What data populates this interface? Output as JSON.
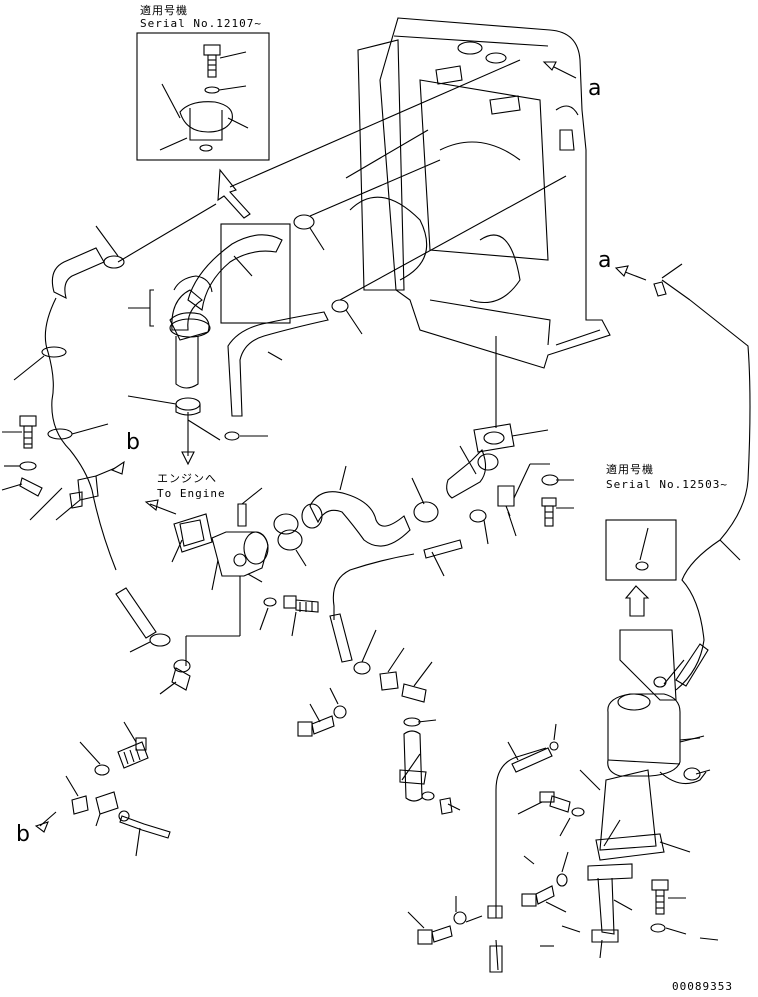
{
  "inset_top": {
    "title_jp": "適用号機",
    "serial": "Serial No.12107~"
  },
  "inset_right": {
    "title_jp": "適用号機",
    "serial": "Serial No.12503~"
  },
  "engine_note": {
    "jp": "エンジンへ",
    "en": "To Engine"
  },
  "connection_labels": {
    "a_top": "a",
    "a_mid": "a",
    "b_mid": "b",
    "b_bottom": "b"
  },
  "drawing_number": "00089353"
}
